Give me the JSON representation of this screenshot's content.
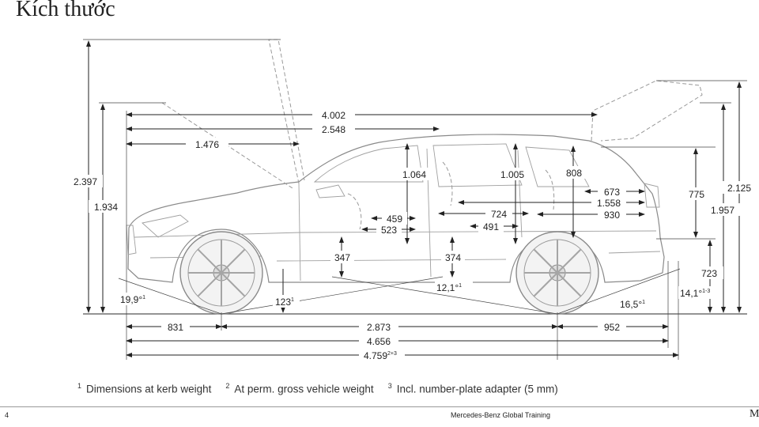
{
  "page": {
    "title": "Kích thước",
    "page_number": "4",
    "footer_brand": "Mercedes-Benz Global Training",
    "footer_letter": "M"
  },
  "footnotes": [
    {
      "num": "1",
      "text": "Dimensions at kerb weight"
    },
    {
      "num": "2",
      "text": "At perm. gross vehicle weight"
    },
    {
      "num": "3",
      "text": "Incl. number-plate adapter (5 mm)"
    }
  ],
  "dimensions": {
    "overall_length_top": "4.002",
    "roof_length": "2.548",
    "front_to_a_pillar": "1.476",
    "hood_open_height": "2.397",
    "roof_height": "1.934",
    "front_headroom": "1.064",
    "rear_headroom": "1.005",
    "luggage_height": "808",
    "cargo_length_upper": "673",
    "cargo_length_lower": "1.558",
    "cargo_length_floor": "930",
    "tailgate_opening_height": "775",
    "tailgate_open_height": "2.125",
    "rear_height": "1.957",
    "load_sill_height": "723",
    "front_seat_depth": "459",
    "front_legroom": "523",
    "rear_seat_depth": "724",
    "rear_legroom": "491",
    "front_seat_height": "347",
    "rear_seat_height": "374",
    "ramp_angle": "12,1°",
    "ramp_angle_sup": "1",
    "ground_clearance": "123",
    "ground_clearance_sup": "1",
    "approach_angle": "19,9°",
    "approach_angle_sup": "1",
    "departure_angle": "16,5°",
    "departure_angle_sup": "1",
    "departure_angle_alt": "14,1°",
    "departure_angle_alt_sup": "1-3",
    "front_overhang": "831",
    "wheelbase": "2.873",
    "rear_overhang": "952",
    "overall_length": "4.656",
    "overall_length_adapter": "4.759",
    "overall_length_adapter_sup": "2+3"
  }
}
